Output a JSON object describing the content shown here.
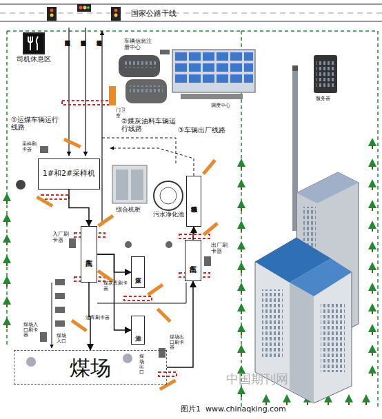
{
  "diagram": {
    "caption": "图片1  www.chinaqking.com",
    "nodes": [
      {
        "text": [
          "司机休息区"
        ]
      },
      {
        "text": [
          "1#和2#采样机"
        ]
      },
      {
        "text": [
          "污水净化池"
        ]
      },
      {
        "text": [
          "车辆自动清洗机"
        ]
      },
      {
        "text": [
          "入厂汽车衡"
        ]
      },
      {
        "text": [
          "出厂汽车衡"
        ]
      },
      {
        "text": [
          "煤灰库"
        ]
      },
      {
        "text": [
          "油库"
        ]
      },
      {
        "text": [
          "煤场"
        ]
      }
    ],
    "edges": [
      {
        "from": 1,
        "to": 4,
        "arrow": "to"
      },
      {
        "from": 4,
        "to": 6,
        "arrow": "to"
      },
      {
        "from": 4,
        "to": 7,
        "arrow": "to"
      },
      {
        "from": 4,
        "to": 8,
        "arrow": "to"
      },
      {
        "from": 8,
        "to": 5,
        "arrow": "to"
      },
      {
        "from": 5,
        "to": 3,
        "arrow": "to"
      }
    ],
    "labels": [
      "国家公路干线",
      "运煤车辆入厂排队通道",
      "其它车辆快速入厂通道",
      "运煤车辆出厂通道",
      "车辆信息注册中心",
      "门卫室",
      "调度中心",
      "服务器",
      "①运煤车辆运行线路",
      "②煤灰油料车辆运行线路",
      "③车辆出厂线路",
      "采样刷卡器",
      "综合机柜",
      "入厂刷卡器",
      "出厂刷卡器",
      "煤灰库刷卡器",
      "油库刷卡器",
      "煤场入口刷卡器",
      "煤场入口",
      "煤场出口刷卡器",
      "煤场出口",
      "中国期刊网"
    ]
  }
}
